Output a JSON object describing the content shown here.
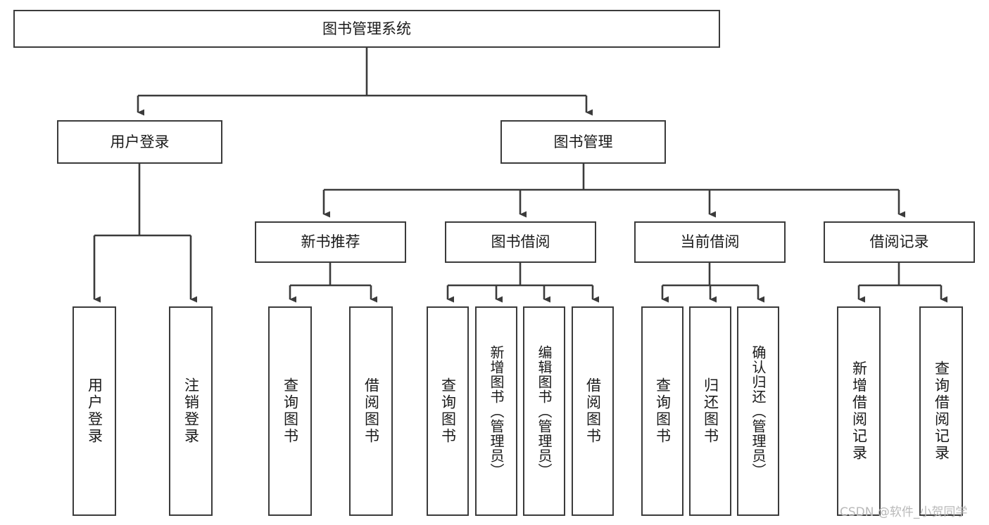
{
  "diagram": {
    "title": "图书管理系统",
    "type": "tree-hierarchy-chart",
    "colors": {
      "box_border": "#3b3b3b",
      "box_fill": "#ffffff",
      "connector": "#3b3b3b",
      "text": "#1a1a1a",
      "watermark": "#b9b9b9",
      "background": "#ffffff"
    },
    "levels": {
      "root": {
        "label": "图书管理系统"
      },
      "level2": [
        {
          "id": "user-login",
          "label": "用户登录"
        },
        {
          "id": "book-manage",
          "label": "图书管理"
        }
      ],
      "level3": [
        {
          "id": "new-book-recommend",
          "label": "新书推荐"
        },
        {
          "id": "book-borrow",
          "label": "图书借阅"
        },
        {
          "id": "current-borrow",
          "label": "当前借阅"
        },
        {
          "id": "borrow-record",
          "label": "借阅记录"
        }
      ],
      "leaves": {
        "user-login": [
          {
            "id": "leaf-user-login",
            "label": "用户登录"
          },
          {
            "id": "leaf-user-logout",
            "label": "注销登录"
          }
        ],
        "new-book-recommend": [
          {
            "id": "leaf-query-book-1",
            "label": "查询图书"
          },
          {
            "id": "leaf-borrow-book-1",
            "label": "借阅图书"
          }
        ],
        "book-borrow": [
          {
            "id": "leaf-query-book-2",
            "label": "查询图书"
          },
          {
            "id": "leaf-add-book",
            "label": "新增图书（管理员）"
          },
          {
            "id": "leaf-edit-book",
            "label": "编辑图书（管理员）"
          },
          {
            "id": "leaf-borrow-book-2",
            "label": "借阅图书"
          }
        ],
        "current-borrow": [
          {
            "id": "leaf-query-book-3",
            "label": "查询图书"
          },
          {
            "id": "leaf-return-book",
            "label": "归还图书"
          },
          {
            "id": "leaf-confirm-return",
            "label": "确认归还（管理员）"
          }
        ],
        "borrow-record": [
          {
            "id": "leaf-add-record",
            "label": "新增借阅记录"
          },
          {
            "id": "leaf-query-record",
            "label": "查询借阅记录"
          }
        ]
      }
    },
    "watermark": "CSDN @软件_小贺同学"
  }
}
